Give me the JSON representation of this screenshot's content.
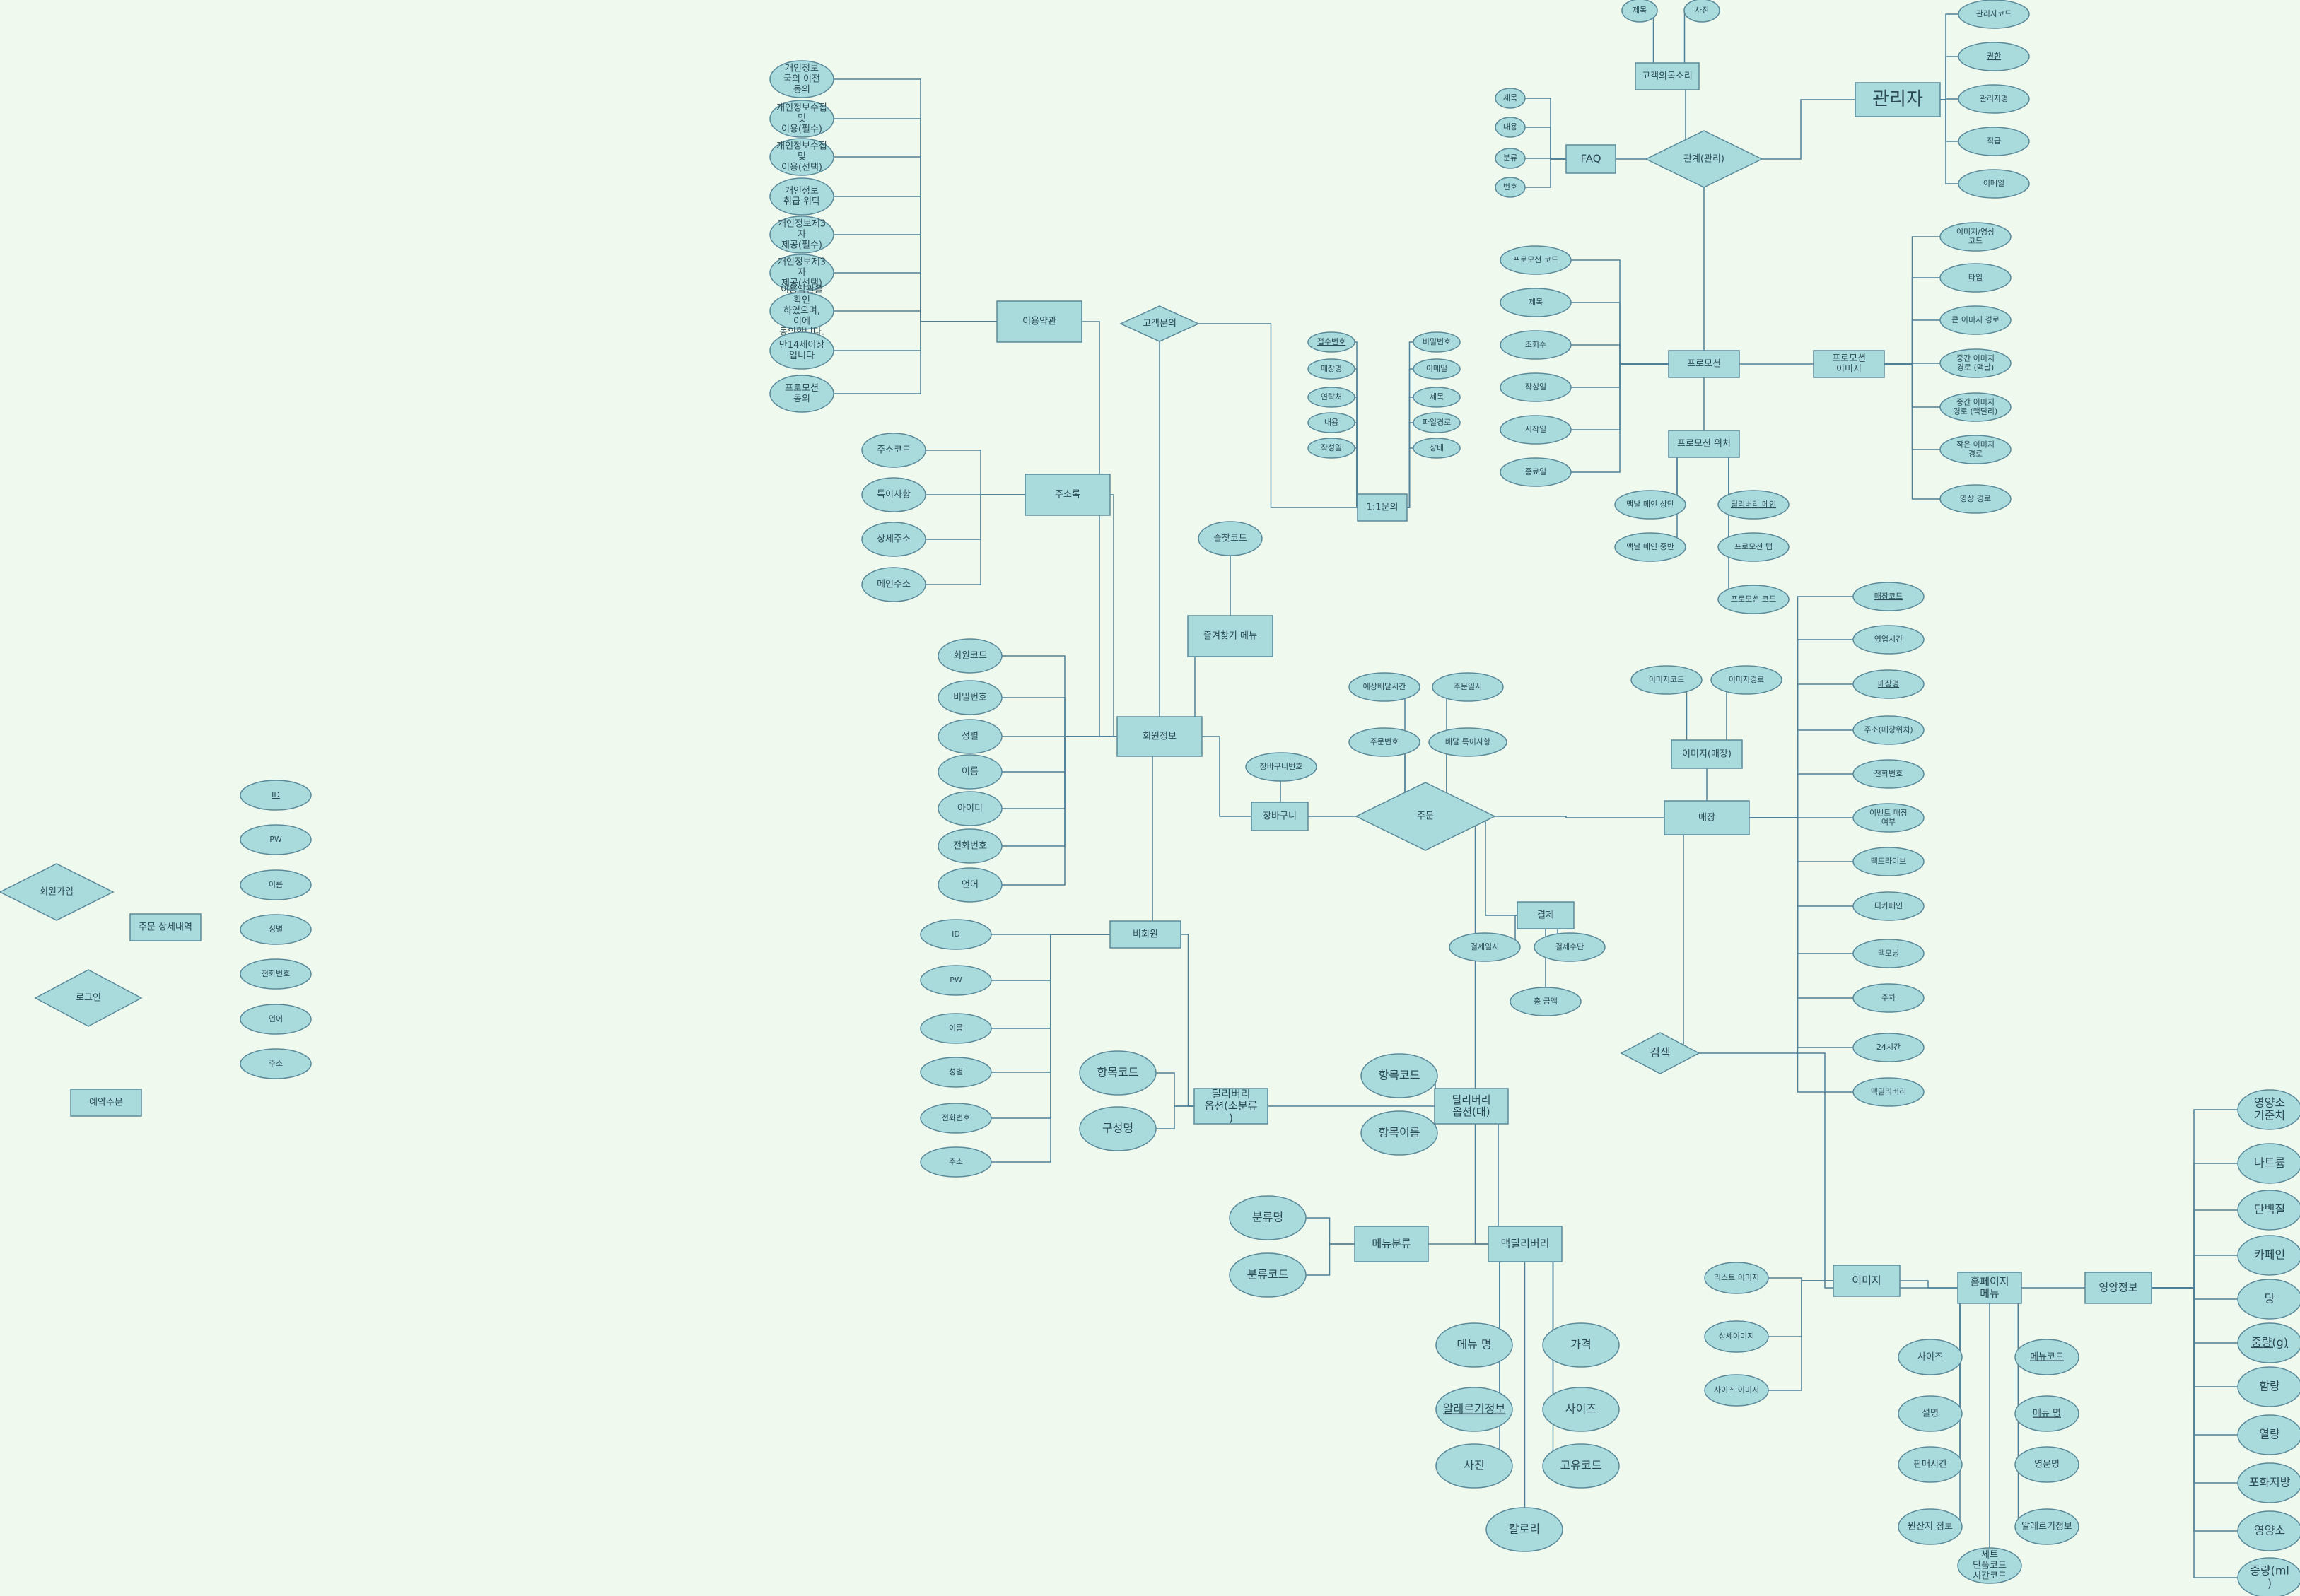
{
  "diagram": {
    "entities": [
      {
        "id": "member",
        "label": "회원정보"
      },
      {
        "id": "nonmember",
        "label": "비회원"
      },
      {
        "id": "terms",
        "label": "이용약관"
      },
      {
        "id": "address",
        "label": "주소록"
      },
      {
        "id": "favmenu",
        "label": "즐겨찾기 메뉴"
      },
      {
        "id": "cart",
        "label": "장바구니"
      },
      {
        "id": "payment",
        "label": "결제"
      },
      {
        "id": "store",
        "label": "매장"
      },
      {
        "id": "storeimg",
        "label": "이미지(매장)"
      },
      {
        "id": "promo",
        "label": "프로모션"
      },
      {
        "id": "promopos",
        "label": "프로모션 위치"
      },
      {
        "id": "promoimg",
        "label": "프로모션 이미지"
      },
      {
        "id": "admin",
        "label": "관리자"
      },
      {
        "id": "faq",
        "label": "FAQ"
      },
      {
        "id": "voice",
        "label": "고객의목소리"
      },
      {
        "id": "qna",
        "label": "1:1문의"
      },
      {
        "id": "delopt_small",
        "label": "딜리버리 옵션(소분류)"
      },
      {
        "id": "delopt_big",
        "label": "딜리버리 옵션(대)"
      },
      {
        "id": "mcdel",
        "label": "맥딜리버리"
      },
      {
        "id": "menucat",
        "label": "메뉴분류"
      },
      {
        "id": "hpmenu",
        "label": "홈페이지 메뉴"
      },
      {
        "id": "image",
        "label": "이미지"
      },
      {
        "id": "nutri",
        "label": "영양정보"
      },
      {
        "id": "orderdetail",
        "label": "주문 상세내역"
      },
      {
        "id": "reserve",
        "label": "예약주문"
      }
    ],
    "relationships": [
      {
        "id": "order",
        "label": "주문"
      },
      {
        "id": "manage",
        "label": "관계(관리)"
      },
      {
        "id": "inquiry",
        "label": "고객문의"
      },
      {
        "id": "search",
        "label": "검색"
      },
      {
        "id": "signup",
        "label": "회원가입"
      },
      {
        "id": "login",
        "label": "로그인"
      }
    ],
    "attributes": [
      "개인정보 국외 이전 동의",
      "개인정보수집및 이용(필수)",
      "개인정보수집및 이용(선택)",
      "개인정보 취급 위탁",
      "개인정보제3자 제공(필수)",
      "개인정보제3자 제공(선택)",
      "이용약관을 확인 하였으며, 이에 동의합니다.",
      "만14세이상입니다",
      "프로모션 동의",
      "주소코드",
      "특이사항",
      "상세주소",
      "메인주소",
      "즐찾코드",
      "회원코드",
      "비밀번호",
      "성별",
      "이름",
      "아이디",
      "전화번호",
      "언어",
      "ID",
      "PW",
      "이름",
      "성별",
      "전화번호",
      "주소",
      "ID",
      "PW",
      "이름",
      "성별",
      "전화번호",
      "언어",
      "주소",
      "접수번호",
      "비밀번호",
      "매장명",
      "이메일",
      "연락처",
      "제목",
      "내용",
      "파일경로",
      "작성일",
      "상태",
      "예상배달시간",
      "주문일시",
      "주문번호",
      "배달 특이사항",
      "장바구니번호",
      "결제일시",
      "결제수단",
      "총 금액",
      "이미지코드",
      "이미지경로",
      "매장코드",
      "영업시간",
      "매장명",
      "주소(매장위치)",
      "전화번호",
      "이벤트 매장 여부",
      "맥드라이브",
      "디카페인",
      "맥모닝",
      "주차",
      "24시간",
      "맥딜리버리",
      "제목",
      "사진",
      "제목",
      "내용",
      "분류",
      "번호",
      "관리자코드",
      "권한",
      "관리자명",
      "직급",
      "이메일",
      "프로모션 코드",
      "제목",
      "조회수",
      "작성일",
      "시작일",
      "종료일",
      "이미지/영상 코드",
      "타입",
      "큰 이미지 경로",
      "중간 이미지 경로 (맥날)",
      "중간 이미지 경로 (맥딜리)",
      "작은 이미지 경로",
      "영상 경로",
      "맥날 메인 상단",
      "딜리버리 메인",
      "맥날 메인 중반",
      "프로모션 탭",
      "프로모션 코드",
      "항목코드",
      "구성명",
      "항목코드",
      "항목이름",
      "분류명",
      "분류코드",
      "메뉴 명",
      "가격",
      "알레르기정보",
      "사이즈",
      "사진",
      "고유코드",
      "칼로리",
      "리스트 이미지",
      "상세이미지",
      "사이즈 이미지",
      "사이즈",
      "메뉴코드",
      "설명",
      "메뉴 명",
      "판매시간",
      "영문명",
      "원산지 정보",
      "알레르기정보",
      "세트 단품코드 시간코드",
      "영양소 기준치",
      "나트륨",
      "단백질",
      "카페인",
      "당",
      "중량(g)",
      "함량",
      "열량",
      "포화지방",
      "영양소",
      "중량(ml)"
    ]
  }
}
